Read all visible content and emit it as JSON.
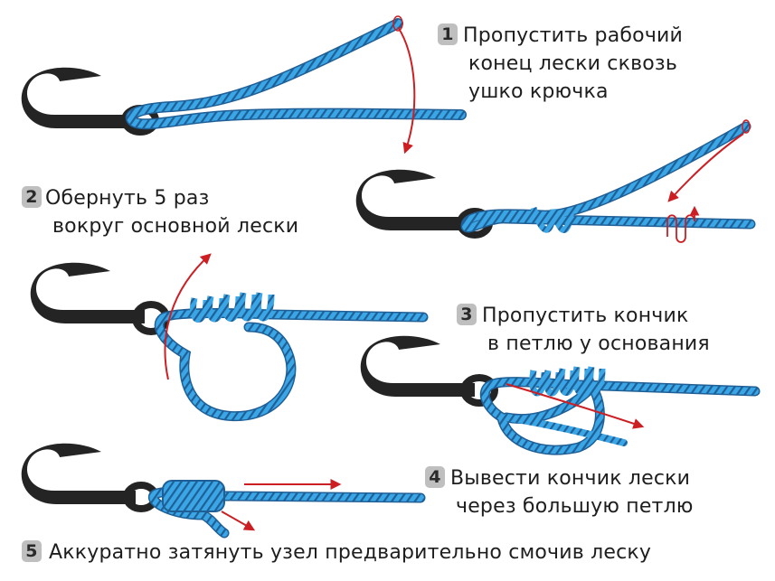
{
  "colors": {
    "line": "#3aa6e6",
    "line_dark": "#1f5f96",
    "hook": "#242424",
    "arrow": "#cc1f24",
    "badge": "#bfbfbf"
  },
  "steps": [
    {
      "number": "1",
      "lines": [
        "Пропустить рабочий",
        "конец лески сквозь",
        "ушко крючка"
      ]
    },
    {
      "number": "2",
      "lines": [
        "Обернуть 5 раз",
        "вокруг основной лески"
      ]
    },
    {
      "number": "3",
      "lines": [
        "Пропустить кончик",
        "в петлю у основания"
      ]
    },
    {
      "number": "4",
      "lines": [
        "Вывести кончик лески",
        "через большую петлю"
      ]
    },
    {
      "number": "5",
      "lines": [
        "Аккуратно затянуть узел предварительно смочив леску"
      ]
    }
  ]
}
